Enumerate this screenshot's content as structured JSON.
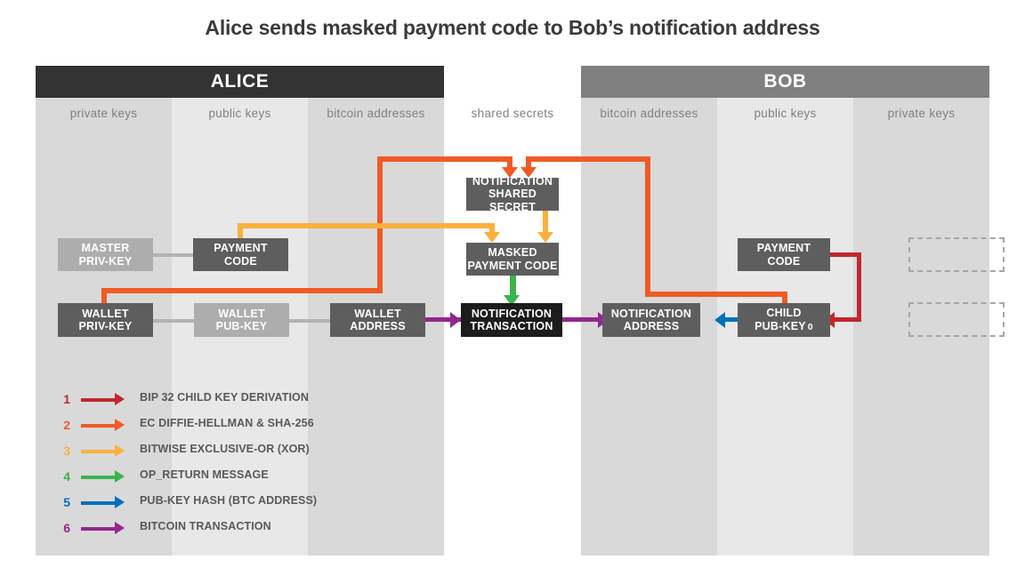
{
  "title": "Alice sends masked payment code to Bob’s notification address",
  "parties": [
    {
      "name": "alice",
      "label": "ALICE",
      "color": "#333333"
    },
    {
      "name": "bob",
      "label": "BOB",
      "color": "#808080"
    }
  ],
  "columns": [
    {
      "label": "private keys",
      "owner": "alice",
      "shade": "dark"
    },
    {
      "label": "public keys",
      "owner": "alice",
      "shade": "light"
    },
    {
      "label": "bitcoin addresses",
      "owner": "alice",
      "shade": "dark"
    },
    {
      "label": "shared secrets",
      "owner": "shared",
      "shade": "white"
    },
    {
      "label": "bitcoin addresses",
      "owner": "bob",
      "shade": "dark"
    },
    {
      "label": "public keys",
      "owner": "bob",
      "shade": "light"
    },
    {
      "label": "private keys",
      "owner": "bob",
      "shade": "dark"
    }
  ],
  "nodes": {
    "master_priv_key": {
      "line1": "MASTER",
      "line2": "PRIV-KEY",
      "style": "light"
    },
    "alice_payment_code": {
      "line1": "PAYMENT",
      "line2": "CODE",
      "style": "dark"
    },
    "wallet_priv_key": {
      "line1": "WALLET",
      "line2": "PRIV-KEY",
      "style": "dark"
    },
    "wallet_pub_key": {
      "line1": "WALLET",
      "line2": "PUB-KEY",
      "style": "light"
    },
    "wallet_address": {
      "line1": "WALLET",
      "line2": "ADDRESS",
      "style": "dark"
    },
    "notification_shared_secret": {
      "line1": "NOTIFICATION",
      "line2": "SHARED SECRET",
      "style": "dark"
    },
    "masked_payment_code": {
      "line1": "MASKED",
      "line2": "PAYMENT CODE",
      "style": "dark"
    },
    "notification_transaction": {
      "line1": "NOTIFICATION",
      "line2": "TRANSACTION",
      "style": "black"
    },
    "notification_address": {
      "line1": "NOTIFICATION",
      "line2": "ADDRESS",
      "style": "dark"
    },
    "bob_payment_code": {
      "line1": "PAYMENT",
      "line2": "CODE",
      "style": "dark"
    },
    "child_pub_key_0": {
      "line1": "CHILD",
      "line2": "PUB-KEY",
      "subscript": "0",
      "style": "dark"
    },
    "bob_ghost_upper": {
      "line1": "",
      "line2": "",
      "style": "ghost"
    },
    "bob_ghost_lower": {
      "line1": "",
      "line2": "",
      "style": "ghost"
    }
  },
  "legend": [
    {
      "num": "1",
      "label": "BIP 32 CHILD KEY DERIVATION",
      "color": "#c1272d"
    },
    {
      "num": "2",
      "label": "EC DIFFIE-HELLMAN & SHA-256",
      "color": "#f15a24"
    },
    {
      "num": "3",
      "label": "BITWISE EXCLUSIVE-OR (XOR)",
      "color": "#fbb03b"
    },
    {
      "num": "4",
      "label": "OP_RETURN MESSAGE",
      "color": "#39b54a"
    },
    {
      "num": "5",
      "label": "PUB-KEY HASH (BTC ADDRESS)",
      "color": "#0071bc"
    },
    {
      "num": "6",
      "label": "BITCOIN TRANSACTION",
      "color": "#93278f"
    }
  ],
  "palette": {
    "bip32_red": "#c1272d",
    "ecdh_orange": "#f15a24",
    "xor_amber": "#fbb03b",
    "opreturn_green": "#39b54a",
    "pubkeyhash_blue": "#0071bc",
    "transaction_purple": "#93278f",
    "node_dark": "#5e5e5e",
    "node_black": "#1c1c1c",
    "node_light": "#adadad",
    "wire_gray": "#b3b3b3",
    "column_dark": "#d9d9d9",
    "column_light": "#e8e8e8",
    "text_gray": "#595959"
  }
}
